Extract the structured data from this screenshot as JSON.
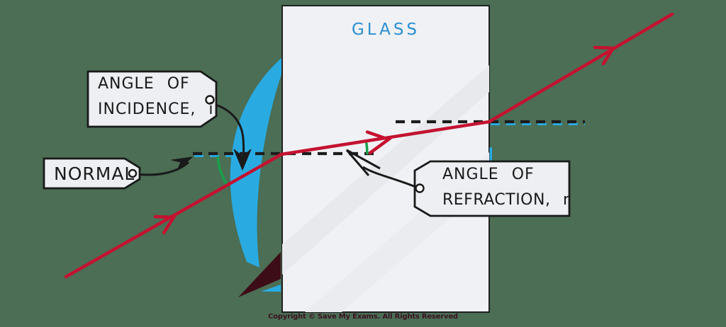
{
  "glass": {
    "label": "GLASS"
  },
  "tags": {
    "incidence": {
      "line1": "ANGLE OF",
      "line2": "INCIDENCE, i"
    },
    "normal": {
      "label": "NORMAL"
    },
    "refraction": {
      "line1": "ANGLE OF",
      "line2": "REFRACTION, r"
    }
  },
  "footer": {
    "copyright": "Copyright © Save My Exams. All Rights Reserved"
  },
  "colors": {
    "background": "#4b6e55",
    "ray_red": "#c41230",
    "angle_arc_green": "#17a04a",
    "normal_dash_black": "#1c1c1c",
    "normal_dash_blue": "#29abe2",
    "glass_fill": "#f0f1f4",
    "glass_border": "#212121",
    "glass_label_blue": "#2b8fd2",
    "logo_blue": "#29abe2",
    "logo_maroon": "#3c0d17",
    "tag_fill": "#edeff2",
    "tag_border": "#1a1a1a",
    "copyright_maroon": "#3a1220"
  }
}
